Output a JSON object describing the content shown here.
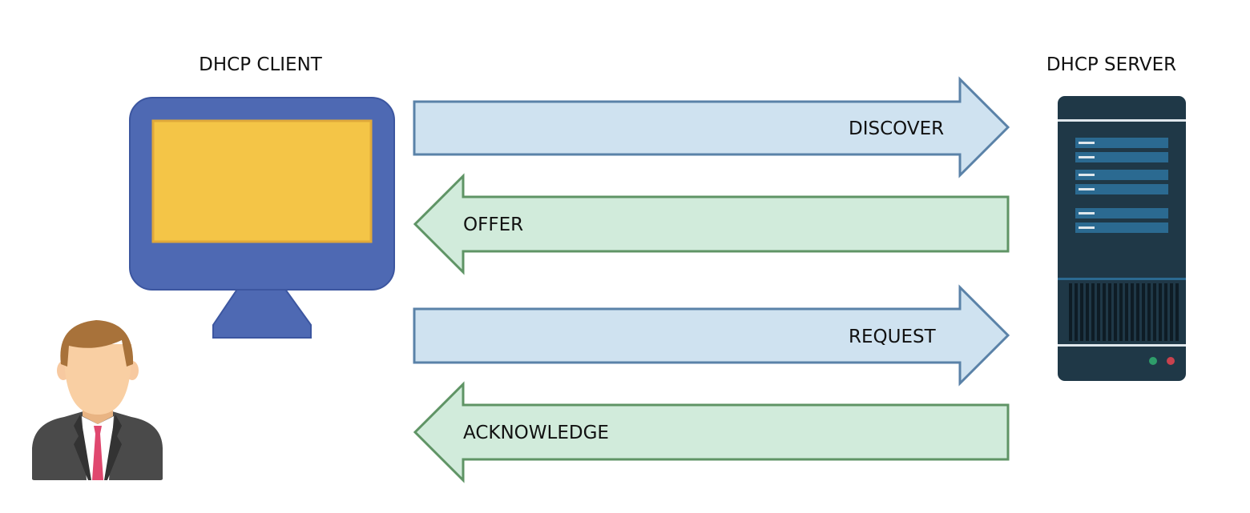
{
  "client_label": "DHCP CLIENT",
  "server_label": "DHCP SERVER",
  "messages": [
    {
      "label": "DISCOVER",
      "direction": "to-server"
    },
    {
      "label": "OFFER",
      "direction": "to-client"
    },
    {
      "label": "REQUEST",
      "direction": "to-server"
    },
    {
      "label": "ACKNOWLEDGE",
      "direction": "to-client"
    }
  ],
  "colors": {
    "to_server_fill": "#cfe2f0",
    "to_server_stroke": "#5a82a8",
    "to_client_fill": "#d1ebdb",
    "to_client_stroke": "#5f9465",
    "monitor_body": "#4e69b3",
    "monitor_screen": "#f4c547",
    "server_body": "#1f3847",
    "server_slot": "#2b6a91"
  },
  "icons": [
    "monitor-icon",
    "person-icon",
    "server-icon"
  ]
}
